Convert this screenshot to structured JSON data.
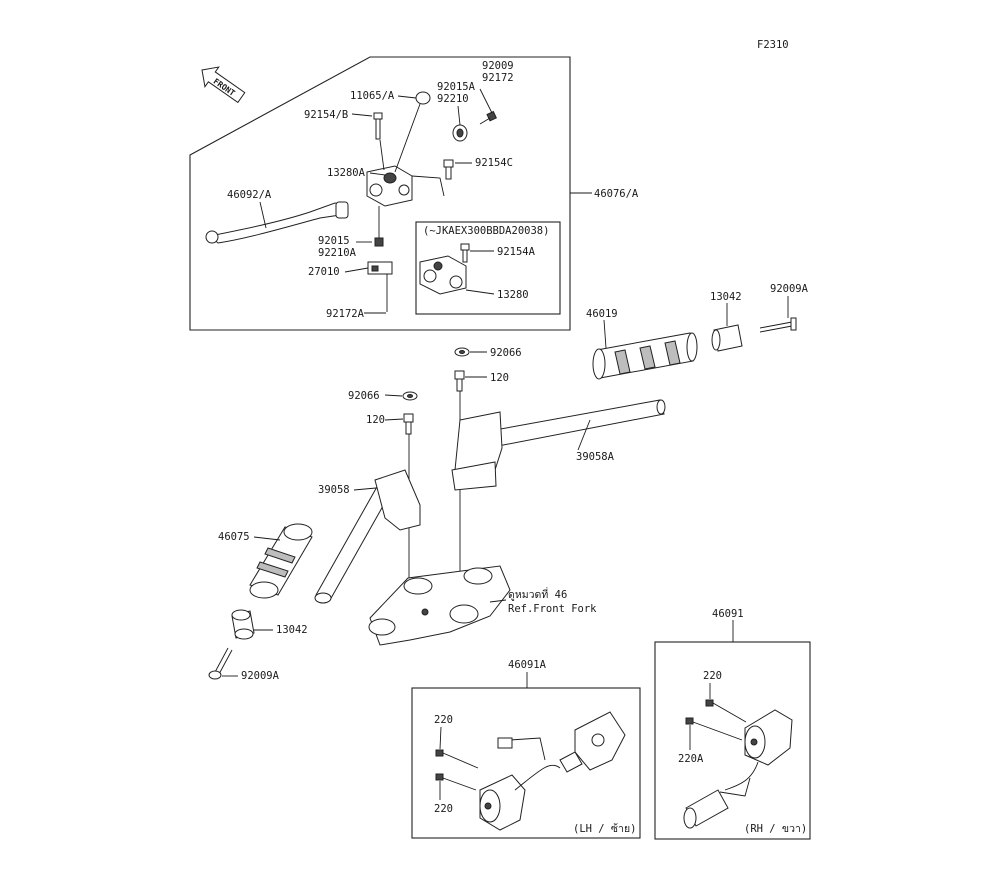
{
  "figure_code": "F2310",
  "front_arrow": "FRONT",
  "parts": {
    "p92009": "92009",
    "p92172": "92172",
    "p92015A": "92015A",
    "p92210": "92210",
    "p11065A": "11065/A",
    "p92154B": "92154/B",
    "p92154C": "92154C",
    "p13280A": "13280A",
    "p46076A": "46076/A",
    "p46092A": "46092/A",
    "p92015": "92015",
    "p92210A": "92210A",
    "p27010": "27010",
    "p92172A": "92172A",
    "p92154A": "92154A",
    "p13280": "13280",
    "p46019": "46019",
    "p13042r": "13042",
    "p92009Ar": "92009A",
    "p92066r": "92066",
    "p120r": "120",
    "p92066l": "92066",
    "p120l": "120",
    "p39058A": "39058A",
    "p39058": "39058",
    "p46075": "46075",
    "p13042l": "13042",
    "p92009Al": "92009A",
    "p46091": "46091",
    "p46091A": "46091A",
    "p220a": "220",
    "p220b": "220",
    "p220c": "220",
    "p220A": "220A"
  },
  "serial_note": "(~JKAEX300BBDA20038)",
  "ref_thai": "ดูหมวดที่ 46",
  "ref_front_fork": "Ref.Front Fork",
  "lh_label": "(LH / ซ้าย)",
  "rh_label": "(RH / ขวา)"
}
